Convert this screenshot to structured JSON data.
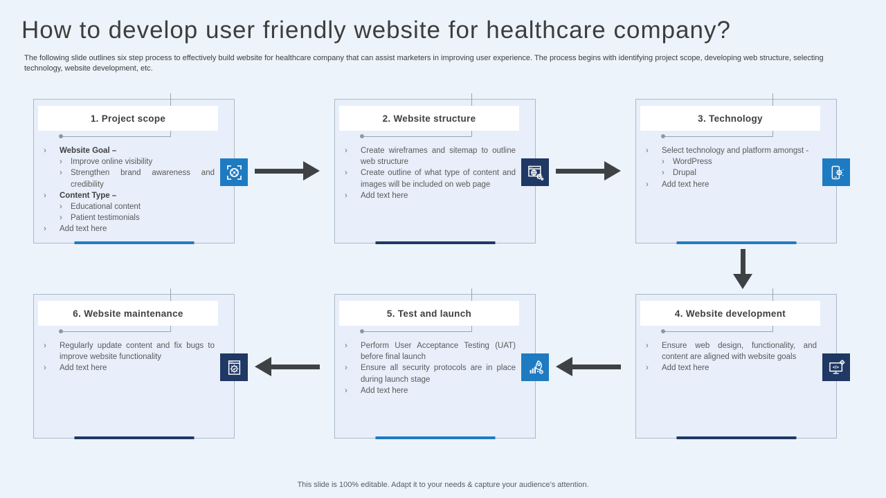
{
  "slide": {
    "title": "How to develop user friendly website for healthcare company?",
    "subtitle": "The following slide outlines six step process to effectively build website for healthcare company that can assist marketers in improving user experience. The process begins with identifying project scope, developing web structure, selecting technology, website development, etc.",
    "footer": "This slide is 100% editable. Adapt it to your needs & capture your audience’s attention."
  },
  "colors": {
    "blue": "#1e7bc2",
    "navy": "#1f3864",
    "arrow": "#3f4245",
    "background": "#ecf3fa"
  },
  "steps": [
    {
      "title": "1. Project scope",
      "accent": "blue",
      "icon": "target-scope-icon",
      "bullets": [
        {
          "text": "Website Goal –",
          "level": 1,
          "bold": true
        },
        {
          "text": "Improve online visibility",
          "level": 2
        },
        {
          "text": "Strengthen brand awareness and credibility",
          "level": 2
        },
        {
          "text": "Content Type –",
          "level": 1,
          "bold": true
        },
        {
          "text": "Educational content",
          "level": 2
        },
        {
          "text": "Patient testimonials",
          "level": 2
        },
        {
          "text": "Add text here",
          "level": 1
        }
      ]
    },
    {
      "title": "2. Website structure",
      "accent": "navy",
      "icon": "browser-gears-icon",
      "bullets": [
        {
          "text": "Create wireframes and sitemap to outline web structure",
          "level": 1
        },
        {
          "text": "Create outline of what type of content and images will be included on web page",
          "level": 1
        },
        {
          "text": "Add text here",
          "level": 1
        }
      ]
    },
    {
      "title": "3. Technology",
      "accent": "blue",
      "icon": "mobile-gear-icon",
      "bullets": [
        {
          "text": "Select technology and platform amongst -",
          "level": 1
        },
        {
          "text": "WordPress",
          "level": 2
        },
        {
          "text": "Drupal",
          "level": 2
        },
        {
          "text": "Add text here",
          "level": 1
        }
      ]
    },
    {
      "title": "4. Website development",
      "accent": "navy",
      "icon": "monitor-code-icon",
      "bullets": [
        {
          "text": "Ensure web design, functionality, and content are aligned with website goals",
          "level": 1
        },
        {
          "text": "Add text here",
          "level": 1
        }
      ]
    },
    {
      "title": "5. Test and launch",
      "accent": "blue",
      "icon": "rocket-launch-icon",
      "bullets": [
        {
          "text": "Perform User Acceptance Testing (UAT) before final launch",
          "level": 1
        },
        {
          "text": "Ensure all security protocols are in place during launch stage",
          "level": 1
        },
        {
          "text": "Add text here",
          "level": 1
        }
      ]
    },
    {
      "title": "6. Website maintenance",
      "accent": "navy",
      "icon": "browser-check-icon",
      "bullets": [
        {
          "text": "Regularly update content and fix bugs to improve website functionality",
          "level": 1
        },
        {
          "text": "Add text here",
          "level": 1
        }
      ]
    }
  ]
}
